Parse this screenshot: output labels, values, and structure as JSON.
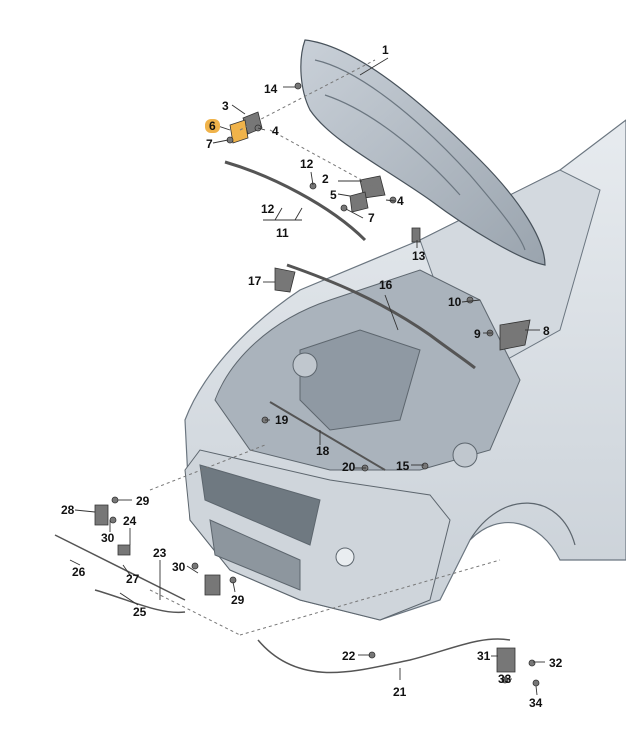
{
  "diagram": {
    "callouts": [
      "1",
      "2",
      "3",
      "4",
      "4",
      "5",
      "6",
      "7",
      "7",
      "8",
      "9",
      "10",
      "11",
      "12",
      "12",
      "13",
      "14",
      "15",
      "16",
      "17",
      "18",
      "19",
      "20",
      "21",
      "22",
      "23",
      "24",
      "25",
      "26",
      "27",
      "28",
      "29",
      "29",
      "30",
      "30",
      "31",
      "32",
      "33",
      "34"
    ],
    "highlight_color": "#f0b34a",
    "part_color": "#555555",
    "car_line_color": "#6b7680",
    "car_fill_color": "#dfe4ea"
  }
}
